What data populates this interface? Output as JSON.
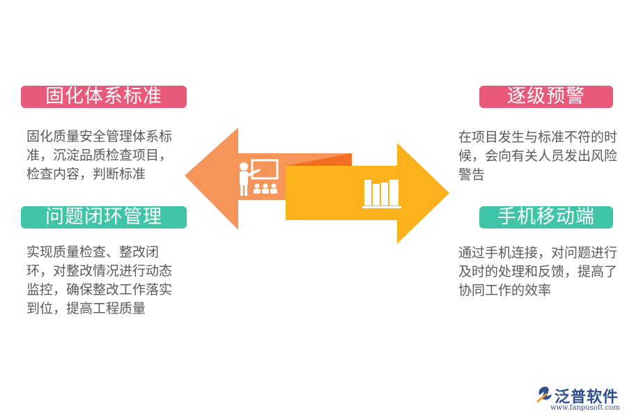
{
  "colors": {
    "pink": "#e95a7a",
    "teal": "#3fc4a8",
    "arrow_left": "#f6955a",
    "arrow_right": "#fbb21d",
    "arrow_fold": "#f26f22",
    "text": "#595959"
  },
  "left": {
    "top": {
      "title": "固化体系标准",
      "desc": "固化质量安全管理体系标准，沉淀品质检查项目，检查内容，判断标准"
    },
    "bottom": {
      "title": "问题闭环管理",
      "desc": "实现质量检查、整改闭环，对整改情况进行动态监控，确保整改工作落实到位，提高工程质量"
    }
  },
  "right": {
    "top": {
      "title": "逐级预警",
      "desc": "在项目发生与标准不符的时候，会向有关人员发出风险警告"
    },
    "bottom": {
      "title": "手机移动端",
      "desc": "通过手机连接，对问题进行及时的处理和反馈，提高了协同工作的效率"
    }
  },
  "icons": {
    "left_arrow": "teacher-presentation-icon",
    "right_arrow": "books-icon",
    "brand": "fanpu-logo-icon"
  },
  "brand": {
    "name": "泛普软件",
    "url": "www.fanpusoft.com"
  }
}
